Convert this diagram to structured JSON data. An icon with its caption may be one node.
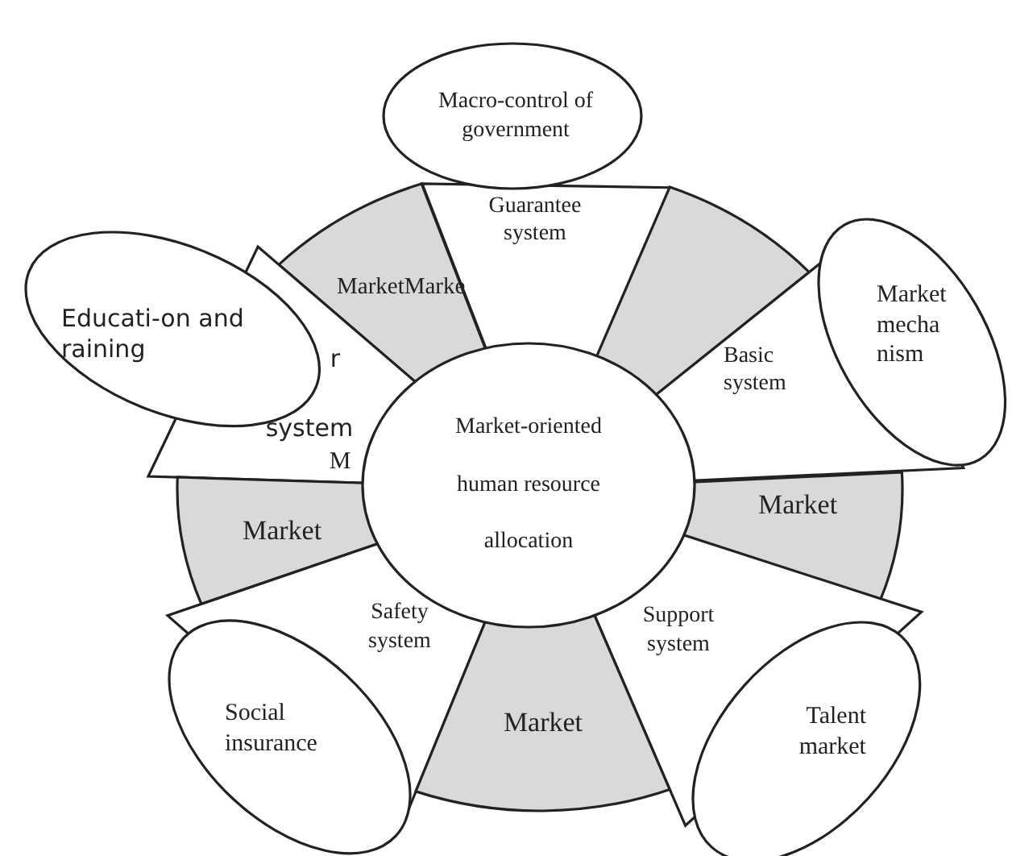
{
  "diagram": {
    "nodes": [
      {
        "text": [
          "Macro-control of government"
        ]
      },
      {
        "text": [
          "Guarantee system"
        ]
      },
      {
        "text": [
          "MarketMarke"
        ]
      },
      {
        "text": [],
        "shape": "sector"
      },
      {
        "text": [
          "Educati-on and raining"
        ]
      },
      {
        "text": [
          "r",
          "system"
        ]
      },
      {
        "text": [
          "Basic system"
        ]
      },
      {
        "text": [
          "Market mecha nism"
        ]
      },
      {
        "text": [
          "Market-oriented human resource allocation"
        ]
      },
      {
        "text": [
          "Market"
        ]
      },
      {
        "text": [
          "Market"
        ]
      },
      {
        "text": [
          "Safety system"
        ]
      },
      {
        "text": [
          "Support system"
        ]
      },
      {
        "text": [
          "Social insurance"
        ]
      },
      {
        "text": [
          "Market"
        ]
      },
      {
        "text": [
          "Talent market"
        ]
      }
    ],
    "labels": [
      "M"
    ]
  }
}
